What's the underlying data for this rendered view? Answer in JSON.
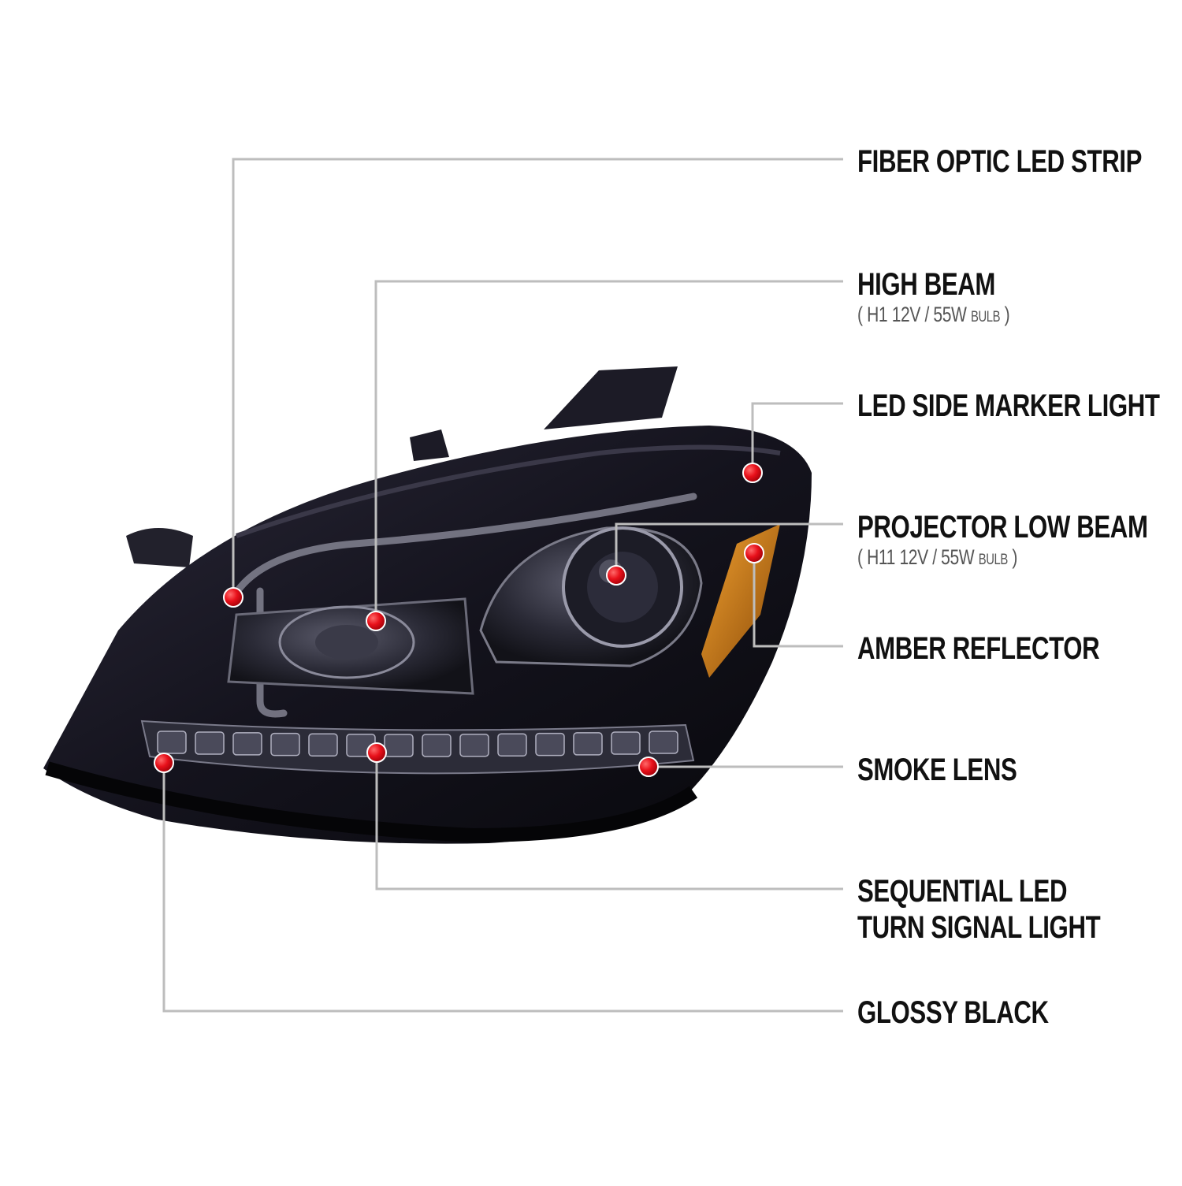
{
  "callouts": {
    "fiber_optic": {
      "title": "FIBER OPTIC LED STRIP"
    },
    "high_beam": {
      "title": "HIGH BEAM",
      "sub_open": "( ",
      "sub_main": "H1  12V / 55W ",
      "sub_small": "BULB",
      "sub_close": " )"
    },
    "side_marker": {
      "title": "LED SIDE MARKER LIGHT"
    },
    "projector_low_beam": {
      "title": "PROJECTOR LOW BEAM",
      "sub_open": "( ",
      "sub_main": "H11  12V / 55W ",
      "sub_small": "BULB",
      "sub_close": " )"
    },
    "amber_reflector": {
      "title": "AMBER REFLECTOR"
    },
    "smoke_lens": {
      "title": "SMOKE LENS"
    },
    "sequential_led": {
      "line1": "SEQUENTIAL LED",
      "line2": "TURN SIGNAL LIGHT"
    },
    "glossy_black": {
      "title": "GLOSSY BLACK"
    }
  },
  "colors": {
    "marker": "#e8101a",
    "leader_line": "#bdbdbd",
    "housing": "#141420",
    "amber": "#d07a10"
  }
}
